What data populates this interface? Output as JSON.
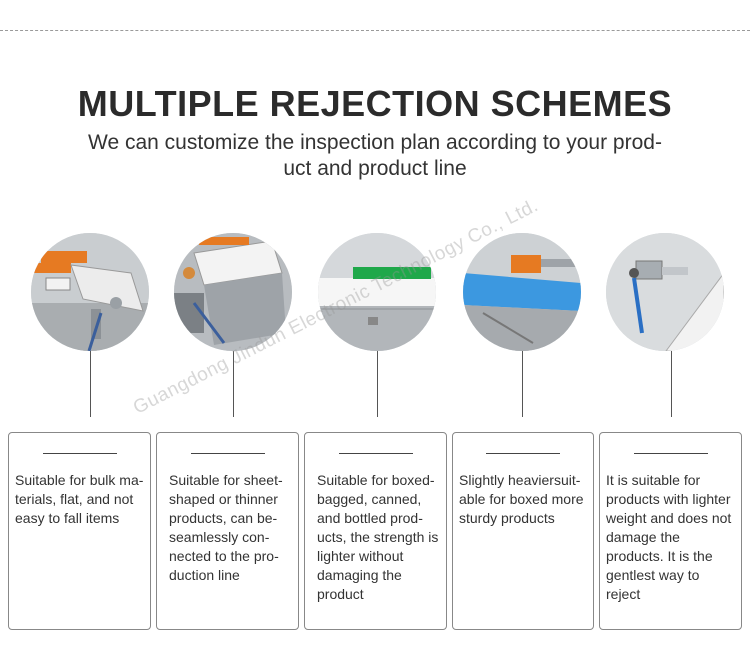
{
  "title": "MULTIPLE REJECTION SCHEMES",
  "subtitle_line1": "We can customize the inspection plan according to your prod-",
  "subtitle_line2": "uct and product line",
  "watermark": "Guangdong Jindun Electronic Technology Co., Ltd.",
  "items": [
    {
      "desc": "Suitable for bulk ma-terials, flat, and not easy to fall items",
      "image": "air-blast-rejector"
    },
    {
      "desc": "Suitable for sheet-shaped or thinner products, can be-seamlessly con-nected to the pro-duction line",
      "image": "drop-flap-rejector"
    },
    {
      "desc": "Suitable for boxed-bagged, canned, and bottled prod-ucts, the strength is lighter without damaging the product",
      "image": "pusher-arm-rejector"
    },
    {
      "desc": "Slightly heaviersuit-able for boxed more sturdy products",
      "image": "push-rod-rejector"
    },
    {
      "desc": "It is suitable for products with lighter weight and does not damage the products. It is the gentlest way to reject",
      "image": "air-jet-rejector"
    }
  ]
}
